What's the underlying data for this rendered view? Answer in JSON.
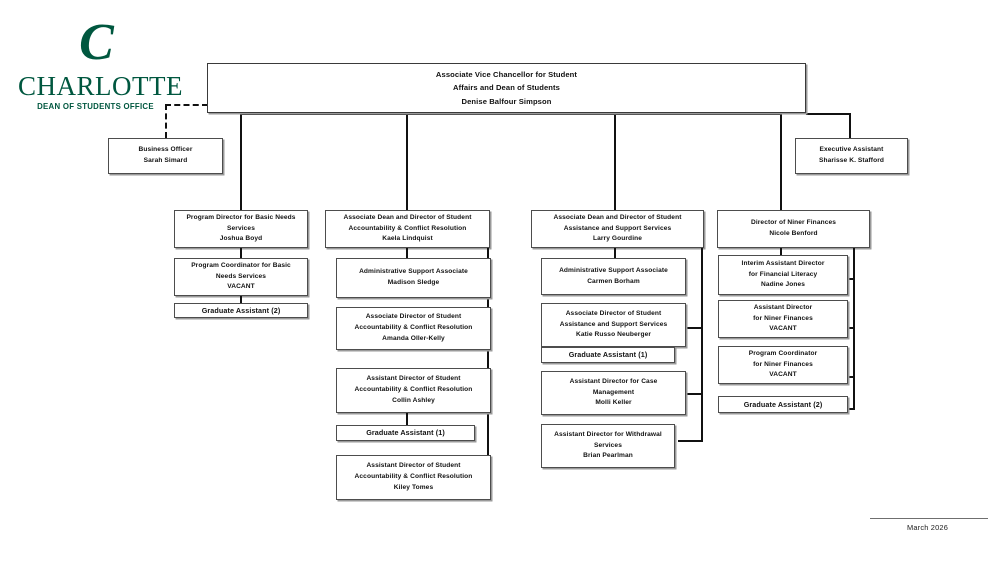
{
  "logo": {
    "mark": "C",
    "wordmark": "CHARLOTTE",
    "subtitle": "DEAN OF STUDENTS OFFICE",
    "color": "#00573F"
  },
  "footer": {
    "date": "March 2026"
  },
  "chart_data": {
    "type": "diagram",
    "title": "Dean of Students Office Organizational Chart",
    "root": {
      "id": "avc",
      "lines": [
        "Associate Vice Chancellor for Student",
        "Affairs and Dean of Students",
        "Denise Balfour Simpson"
      ]
    },
    "staff": [
      {
        "id": "business-officer",
        "relation": "dotted-line-to-root",
        "lines": [
          "Business Officer",
          "Sarah Simard"
        ]
      },
      {
        "id": "executive-assistant",
        "relation": "solid-line-to-root",
        "lines": [
          "Executive Assistant",
          "Sharisse K. Stafford"
        ]
      }
    ],
    "columns": [
      {
        "id": "col-basic-needs",
        "head": {
          "id": "program-director-basic-needs",
          "lines": [
            "Program Director for Basic Needs",
            "Services",
            "Joshua Boyd"
          ]
        },
        "children": [
          {
            "id": "program-coordinator-basic-needs",
            "lines": [
              "Program Coordinator for Basic",
              "Needs Services",
              "VACANT"
            ]
          },
          {
            "id": "graduate-assistant-basic-needs",
            "style": "plain",
            "lines": [
              "Graduate Assistant (2)"
            ]
          }
        ]
      },
      {
        "id": "col-accountability",
        "head": {
          "id": "associate-dean-accountability",
          "lines": [
            "Associate Dean and Director of Student",
            "Accountability & Conflict Resolution",
            "Kaela Lindquist"
          ]
        },
        "children": [
          {
            "id": "admin-support-associate-accountability",
            "lines": [
              "Administrative Support Associate",
              "Madison Sledge"
            ]
          },
          {
            "id": "associate-director-accountability",
            "lines": [
              "Associate Director of Student",
              "Accountability & Conflict Resolution",
              "Amanda Oller-Kelly"
            ]
          },
          {
            "id": "assistant-director-accountability-ashley",
            "lines": [
              "Assistant Director of Student",
              "Accountability & Conflict Resolution",
              "Collin Ashley"
            ]
          },
          {
            "id": "graduate-assistant-accountability",
            "style": "plain",
            "lines": [
              "Graduate Assistant (1)"
            ]
          },
          {
            "id": "assistant-director-accountability-tomes",
            "lines": [
              "Assistant Director of Student",
              "Accountability & Conflict Resolution",
              "Kiley Tomes"
            ]
          }
        ]
      },
      {
        "id": "col-assistance",
        "head": {
          "id": "associate-dean-assistance",
          "lines": [
            "Associate Dean and Director of Student",
            "Assistance and Support Services",
            "Larry Gourdine"
          ]
        },
        "children": [
          {
            "id": "admin-support-associate-assistance",
            "lines": [
              "Administrative Support Associate",
              "Carmen Borham"
            ]
          },
          {
            "id": "associate-director-assistance",
            "lines": [
              "Associate Director of Student",
              "Assistance and Support Services",
              "Katie Russo Neuberger"
            ]
          },
          {
            "id": "graduate-assistant-assistance",
            "style": "plain",
            "lines": [
              "Graduate Assistant (1)"
            ]
          },
          {
            "id": "assistant-director-case-management",
            "lines": [
              "Assistant Director for Case",
              "Management",
              "Molli Keller"
            ]
          },
          {
            "id": "assistant-director-withdrawal",
            "lines": [
              "Assistant Director for Withdrawal",
              "Services",
              "Brian Pearlman"
            ]
          }
        ]
      },
      {
        "id": "col-niner-finances",
        "head": {
          "id": "director-niner-finances",
          "lines": [
            "Director of Niner Finances",
            "Nicole Benford"
          ]
        },
        "children": [
          {
            "id": "interim-assistant-director-financial-literacy",
            "lines": [
              "Interim Assistant Director",
              "for Financial Literacy",
              "Nadine Jones"
            ]
          },
          {
            "id": "assistant-director-niner-finances",
            "lines": [
              "Assistant Director",
              "for Niner Finances",
              "VACANT"
            ]
          },
          {
            "id": "program-coordinator-niner-finances",
            "lines": [
              "Program Coordinator",
              "for Niner Finances",
              "VACANT"
            ]
          },
          {
            "id": "graduate-assistant-niner-finances",
            "style": "plain",
            "lines": [
              "Graduate Assistant (2)"
            ]
          }
        ]
      }
    ]
  }
}
